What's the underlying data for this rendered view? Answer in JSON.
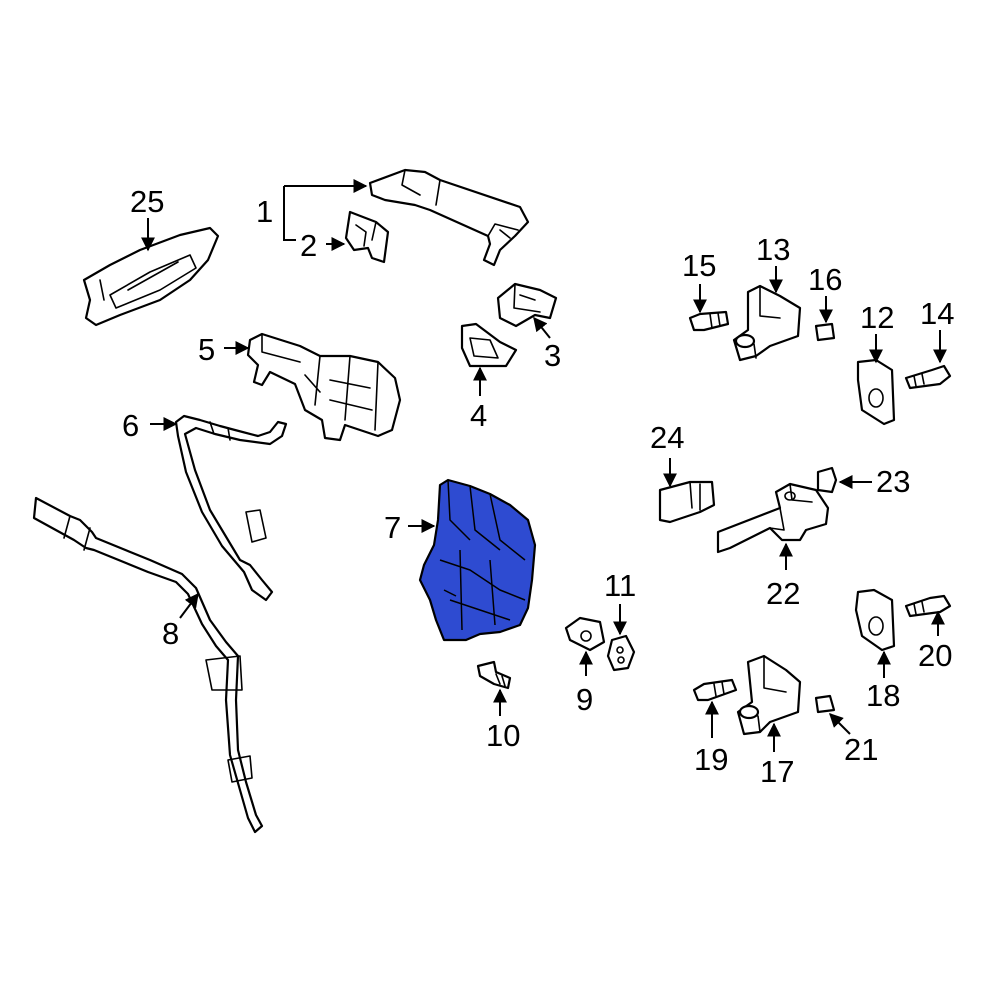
{
  "callouts": {
    "c1": "1",
    "c2": "2",
    "c3": "3",
    "c4": "4",
    "c5": "5",
    "c6": "6",
    "c7": "7",
    "c8": "8",
    "c9": "9",
    "c10": "10",
    "c11": "11",
    "c12": "12",
    "c13": "13",
    "c14": "14",
    "c15": "15",
    "c16": "16",
    "c17": "17",
    "c18": "18",
    "c19": "19",
    "c20": "20",
    "c21": "21",
    "c22": "22",
    "c23": "23",
    "c24": "24",
    "c25": "25"
  },
  "colors": {
    "highlight": "#2e4bd1",
    "line": "#000000",
    "background": "#ffffff"
  }
}
